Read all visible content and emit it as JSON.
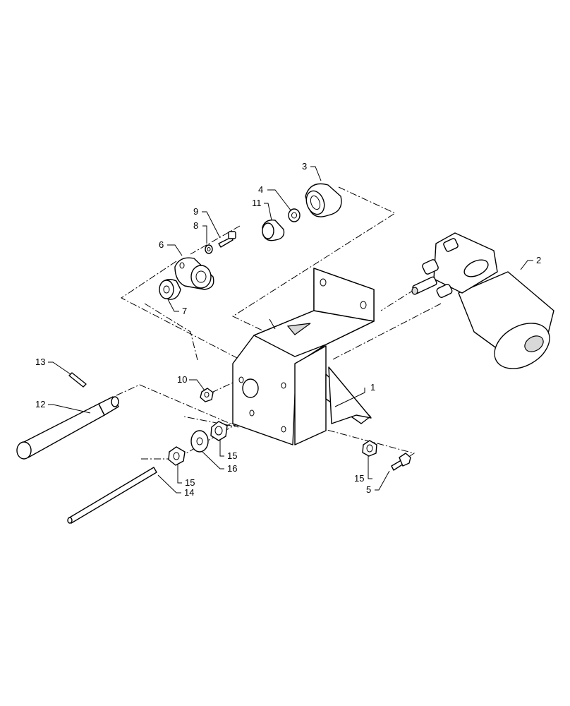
{
  "callouts": [
    {
      "id": "c1",
      "label": "1"
    },
    {
      "id": "c2",
      "label": "2"
    },
    {
      "id": "c3",
      "label": "3"
    },
    {
      "id": "c4",
      "label": "4"
    },
    {
      "id": "c5",
      "label": "5"
    },
    {
      "id": "c6",
      "label": "6"
    },
    {
      "id": "c7",
      "label": "7"
    },
    {
      "id": "c8",
      "label": "8"
    },
    {
      "id": "c9",
      "label": "9"
    },
    {
      "id": "c10",
      "label": "10"
    },
    {
      "id": "c11",
      "label": "11"
    },
    {
      "id": "c12",
      "label": "12"
    },
    {
      "id": "c13",
      "label": "13"
    },
    {
      "id": "c14",
      "label": "14"
    },
    {
      "id": "c15a",
      "label": "15"
    },
    {
      "id": "c15b",
      "label": "15"
    },
    {
      "id": "c15c",
      "label": "15"
    },
    {
      "id": "c16",
      "label": "16"
    }
  ]
}
